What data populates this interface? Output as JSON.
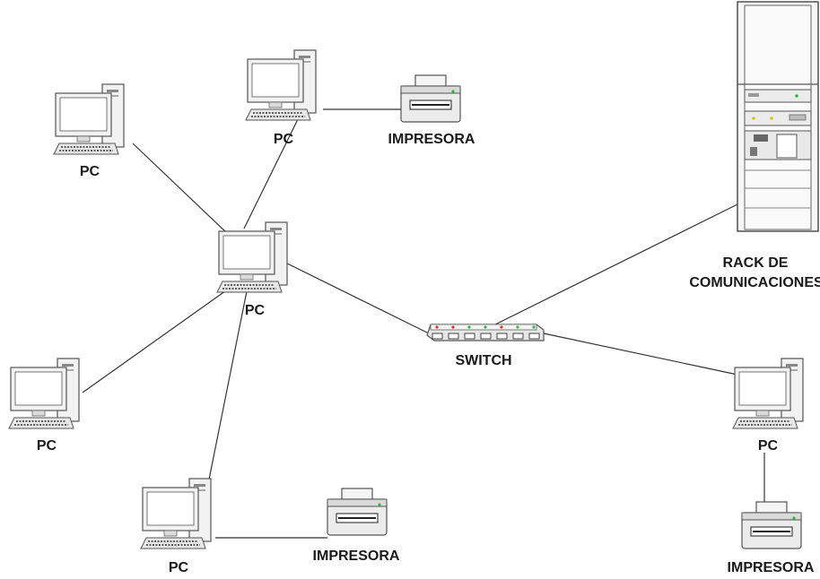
{
  "nodes": {
    "pc_top_left": {
      "label": "PC"
    },
    "pc_top": {
      "label": "PC"
    },
    "printer_top": {
      "label": "IMPRESORA"
    },
    "pc_hub": {
      "label": "PC"
    },
    "pc_left": {
      "label": "PC"
    },
    "pc_bottom": {
      "label": "PC"
    },
    "printer_bottom": {
      "label": "IMPRESORA"
    },
    "switch": {
      "label": "SWITCH"
    },
    "rack": {
      "label_line1": "RACK DE",
      "label_line2": "COMUNICACIONES"
    },
    "pc_right": {
      "label": "PC"
    },
    "printer_right": {
      "label": "IMPRESORA"
    }
  },
  "colors": {
    "line": "#333333",
    "device_fill": "#f2f2f2",
    "device_stroke": "#555555",
    "screen": "#ffffff",
    "led_red": "#e03030",
    "led_green": "#2ebd3a"
  }
}
